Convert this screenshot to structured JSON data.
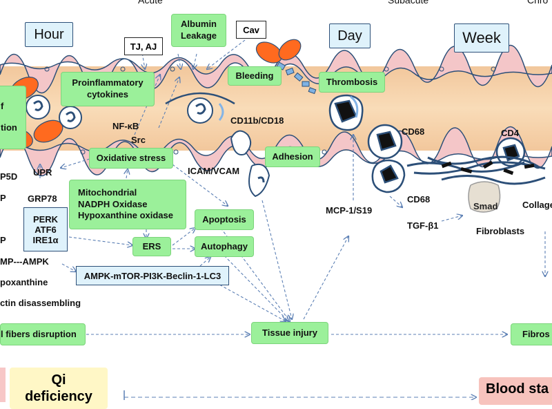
{
  "phases": {
    "acute": "Acute",
    "subacute": "Subacute",
    "chronic": "Chro"
  },
  "time": {
    "hour": "Hour",
    "day": "Day",
    "week": "Week"
  },
  "boxes": {
    "tj_aj": "TJ, AJ",
    "albumin": [
      "Albumin",
      "Leakage"
    ],
    "cav": "Cav",
    "bleeding": "Bleeding",
    "thrombosis": "Thrombosis",
    "proinflammatory": [
      "Proinflammatory",
      "cytokines"
    ],
    "left_partial": [
      "f",
      "tion"
    ],
    "oxidative_stress": "Oxidative stress",
    "adhesion": "Adhesion",
    "mito": [
      "Mitochondrial",
      "NADPH Oxidase",
      "Hypoxanthine oxidase"
    ],
    "perk": [
      "PERK",
      "ATF6",
      "IRE1α"
    ],
    "ers": "ERS",
    "apoptosis": "Apoptosis",
    "autophagy": "Autophagy",
    "ampk_box": "AMPK-mTOR-PI3K-Beclin-1-LC3",
    "tissue_injury": "Tissue injury",
    "fibros": "Fibros",
    "qi": [
      "Qi",
      "deficiency"
    ],
    "blood_stasis": "Blood sta"
  },
  "labels": {
    "nfkb": "NF-κB",
    "src": "Src",
    "cd11b": "CD11b/CD18",
    "cd68_top": "CD68",
    "cd4": "CD4",
    "icam": "ICAM/VCAM",
    "p5d": "P5D",
    "upr": "UPR",
    "p1": "P",
    "grp78": "GRP78",
    "p2": "P",
    "ampk_left": "MP---AMPK",
    "hypoxanthine": "poxanthine",
    "actin": "ctin disassembling",
    "fibers": "l fibers disruption",
    "mcp": "MCP-1/S19",
    "cd68_mid": "CD68",
    "tgf": "TGF-β1",
    "smad": "Smad",
    "fibroblasts": "Fibroblasts",
    "collagen": "Collage"
  },
  "colors": {
    "vessel_fill": "#f6d2ab",
    "vessel_wall": "#f4c6c8",
    "green_box": "#9bf09a",
    "red_cell": "#ff6a1f",
    "outline": "#2c4f78",
    "light_blue": "#dff2fb"
  }
}
